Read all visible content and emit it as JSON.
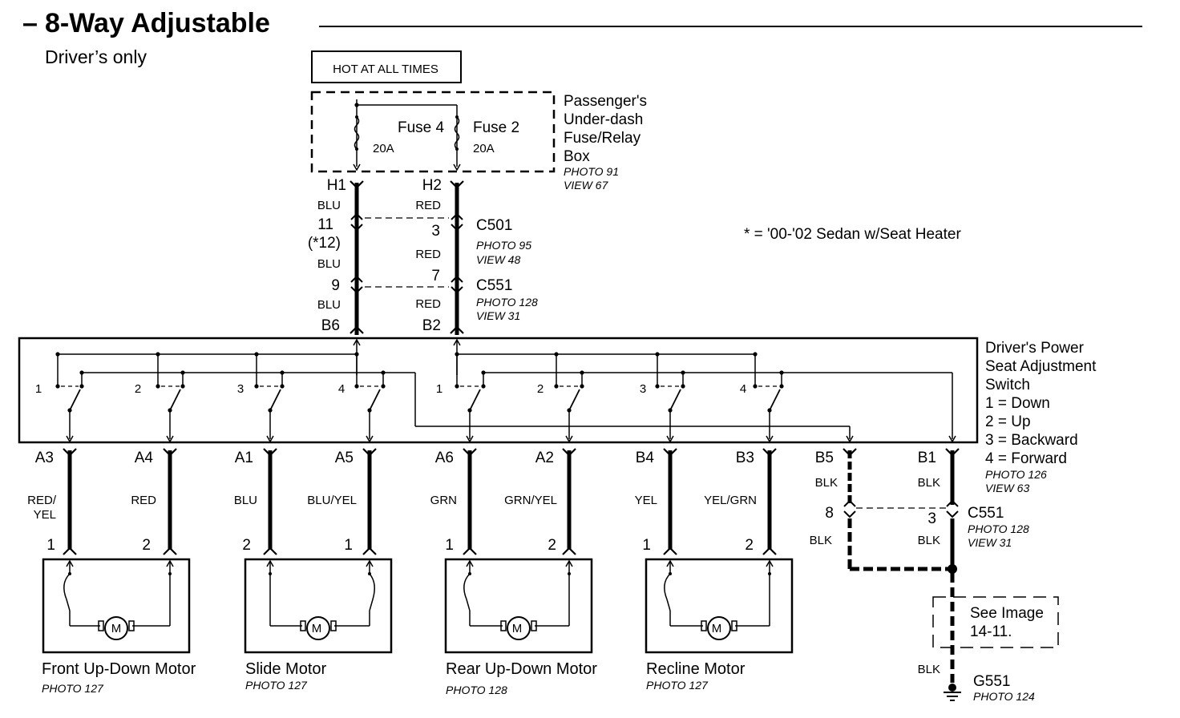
{
  "title": "8-Way Adjustable",
  "title_dash": "–",
  "subtitle": "Driver’s only",
  "hot_label": "HOT AT ALL TIMES",
  "fusebox": {
    "name_lines": [
      "Passenger's",
      "Under-dash",
      "Fuse/Relay",
      "Box"
    ],
    "photo": "PHOTO 91",
    "view": "VIEW 67",
    "fuses": [
      {
        "name": "Fuse 4",
        "rating": "20A"
      },
      {
        "name": "Fuse 2",
        "rating": "20A"
      }
    ]
  },
  "note": "* = '00-'02 Sedan w/Seat Heater",
  "supply": {
    "left": {
      "top_term": "H1",
      "wire1": "BLU",
      "c501_pin": "11",
      "alt_pin": "(*12)",
      "wire2": "BLU",
      "c551_pin": "9",
      "wire3": "BLU",
      "sw_term": "B6"
    },
    "right": {
      "top_term": "H2",
      "wire1": "RED",
      "c501_pin": "3",
      "wire2": "RED",
      "c551_pin": "7",
      "wire3": "RED",
      "sw_term": "B2"
    }
  },
  "c501": {
    "name": "C501",
    "photo": "PHOTO 95",
    "view": "VIEW 48"
  },
  "c551_upper": {
    "name": "C551",
    "photo": "PHOTO 128",
    "view": "VIEW 31"
  },
  "switch": {
    "name_lines": [
      "Driver's Power",
      "Seat Adjustment",
      "Switch"
    ],
    "legend": [
      "1 = Down",
      "2 = Up",
      "3 = Backward",
      "4 = Forward"
    ],
    "photo": "PHOTO 126",
    "view": "VIEW 63",
    "position_labels": [
      "1",
      "2",
      "3",
      "4",
      "1",
      "2",
      "3",
      "4"
    ]
  },
  "terminals": [
    {
      "term": "A3",
      "wire": [
        "RED/",
        "YEL"
      ],
      "pin": "1"
    },
    {
      "term": "A4",
      "wire": [
        "RED"
      ],
      "pin": "2"
    },
    {
      "term": "A1",
      "wire": [
        "BLU"
      ],
      "pin": "2"
    },
    {
      "term": "A5",
      "wire": [
        "BLU/YEL"
      ],
      "pin": "1"
    },
    {
      "term": "A6",
      "wire": [
        "GRN"
      ],
      "pin": "1"
    },
    {
      "term": "A2",
      "wire": [
        "GRN/YEL"
      ],
      "pin": "2"
    },
    {
      "term": "B4",
      "wire": [
        "YEL"
      ],
      "pin": "1"
    },
    {
      "term": "B3",
      "wire": [
        "YEL/GRN"
      ],
      "pin": "2"
    }
  ],
  "ground_terms": [
    {
      "term": "B5",
      "wire1": "BLK",
      "c551_pin": "8",
      "wire2": "BLK"
    },
    {
      "term": "B1",
      "wire1": "BLK",
      "c551_pin": "3",
      "wire2": "BLK"
    }
  ],
  "c551_lower": {
    "name": "C551",
    "photo": "PHOTO 128",
    "view": "VIEW 31"
  },
  "motor_symbol": "M",
  "motors": [
    {
      "name": "Front Up-Down Motor",
      "photo": "PHOTO 127"
    },
    {
      "name": "Slide Motor",
      "photo": "PHOTO 127"
    },
    {
      "name": "Rear Up-Down Motor",
      "photo": "PHOTO 128"
    },
    {
      "name": "Recline Motor",
      "photo": "PHOTO 127"
    }
  ],
  "see_image": [
    "See Image",
    "14-11."
  ],
  "ground": {
    "wire": "BLK",
    "name": "G551",
    "photo": "PHOTO 124"
  }
}
